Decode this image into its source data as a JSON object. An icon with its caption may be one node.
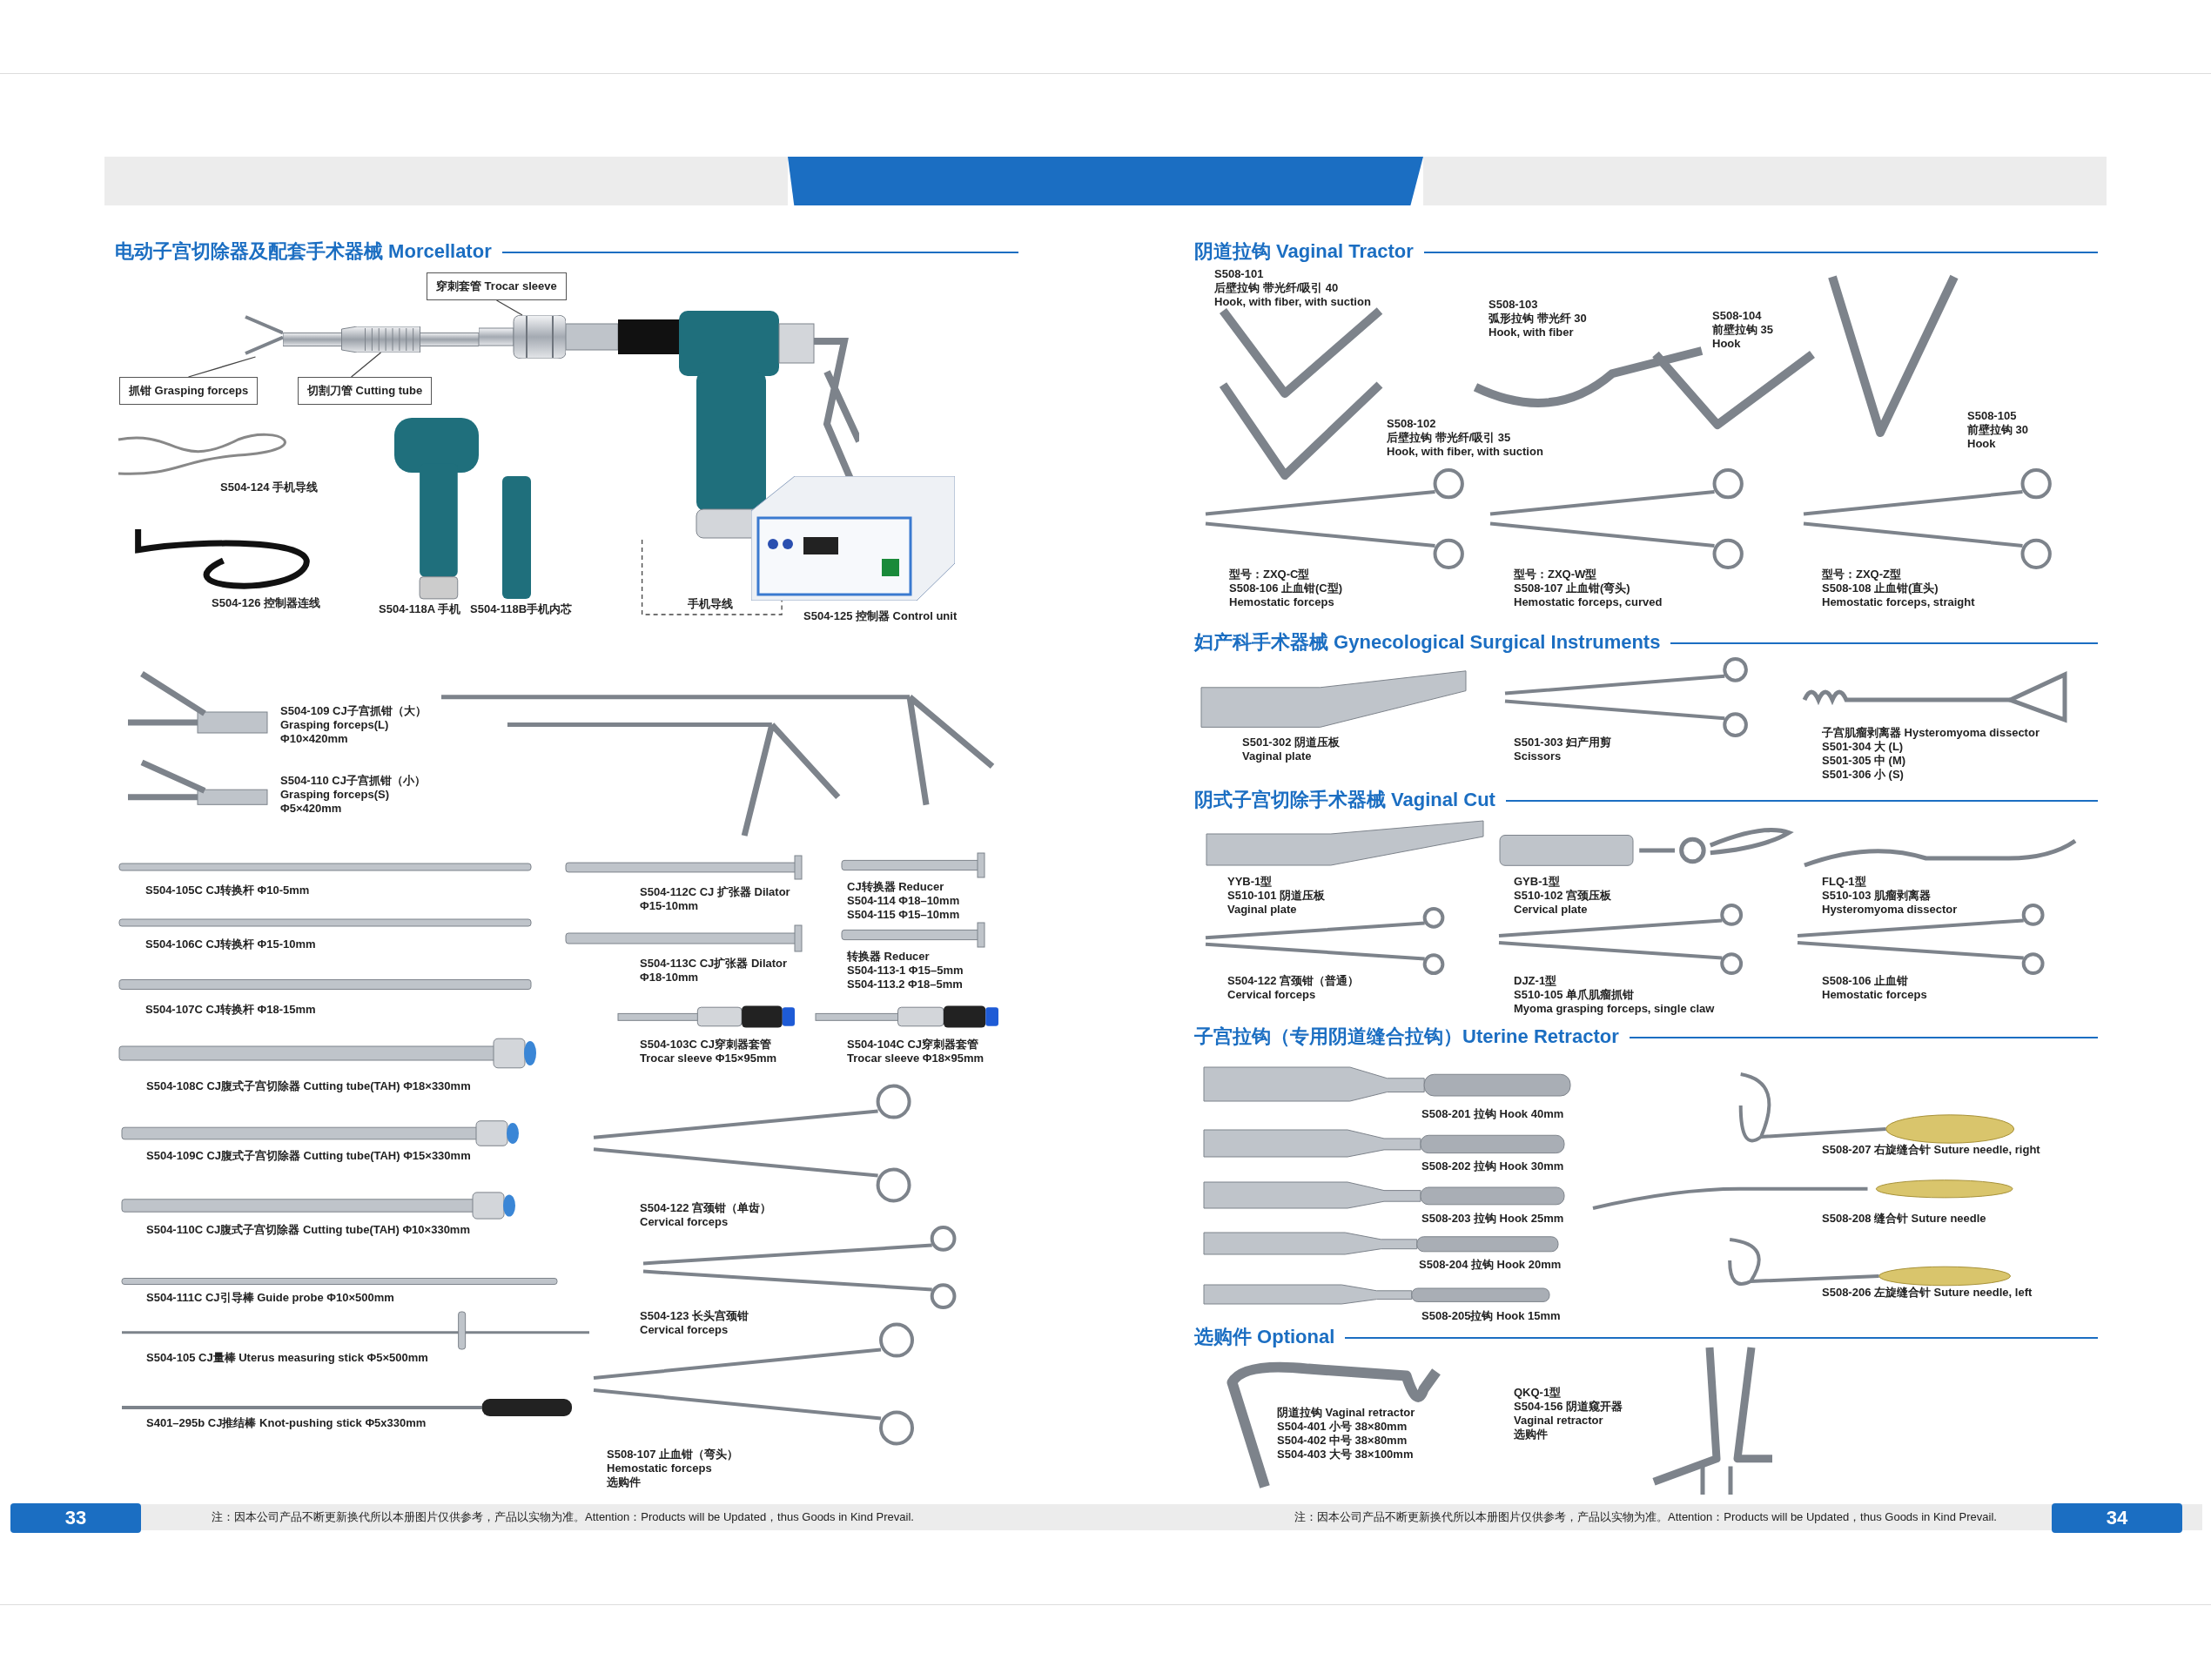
{
  "diagram": {
    "nodes": [
      {
        "text": [
          "穿刺套管 Trocar sleeve"
        ]
      },
      {
        "text": [
          "抓钳 Grasping forceps"
        ]
      },
      {
        "text": [
          "切割刀管 Cutting tube"
        ]
      },
      {
        "text": [],
        "shape": "picture"
      },
      {
        "text": [],
        "shape": "picture",
        "beside": [
          "S504-125 控制器 Control unit"
        ]
      },
      {
        "text": [],
        "shape": "picture"
      },
      {
        "text": [],
        "shape": "picture"
      },
      {
        "text": [],
        "shape": "picture"
      }
    ],
    "edges": [
      {
        "from": 0,
        "to": 7,
        "arrow": "none"
      },
      {
        "from": 1,
        "to": 5,
        "arrow": "none"
      },
      {
        "from": 2,
        "to": 6,
        "arrow": "none"
      },
      {
        "from": 3,
        "to": 4,
        "arrow": "none",
        "style": "dashed",
        "label": "手机导线"
      }
    ],
    "labels": [
      "电动子宫切除器及配套手术器械 Morcellator",
      "S504-124 手机导线",
      "S504-126 控制器连线",
      "S504-118A 手机",
      "S504-118B手机内芯",
      "S504-109  CJ子宫抓钳（大）",
      "Grasping forceps(L)",
      "Φ10×420mm",
      "S504-110  CJ子宫抓钳（小）",
      "Grasping forceps(S)",
      "Φ5×420mm",
      "S504-105C CJ转换杆 Φ10-5mm",
      "S504-112C CJ 扩张器 Dilator",
      "Φ15-10mm",
      "CJ转换器 Reducer",
      "S504-114 Φ18–10mm",
      "S504-115 Φ15–10mm",
      "S504-106C CJ转换杆 Φ15-10mm",
      "S504-113C  CJ扩张器 Dilator",
      "Φ18-10mm",
      "转换器 Reducer",
      "S504-113-1 Φ15–5mm",
      "S504-113.2 Φ18–5mm",
      "S504-107C  CJ转换杆 Φ18-15mm",
      "S504-103C  CJ穿刺器套管",
      "Trocar sleeve Φ15×95mm",
      "S504-104C  CJ穿刺器套管",
      "Trocar sleeve Φ18×95mm",
      "S504-108C  CJ腹式子宫切除器 Cutting tube(TAH) Φ18×330mm",
      "S504-109C  CJ腹式子宫切除器 Cutting tube(TAH) Φ15×330mm",
      "S504-122 宫颈钳（单齿）",
      "Cervical forceps",
      "S504-110C  CJ腹式子宫切除器 Cutting tube(TAH) Φ10×330mm",
      "S504-111C  CJ引导棒 Guide probe Φ10×500mm",
      "S504-123 长头宫颈钳",
      "Cervical forceps",
      "S504-105  CJ量棒 Uterus measuring stick Φ5×500mm",
      "S401–295b CJ推结棒 Knot-pushing stick Φ5x330mm",
      "S508-107 止血钳（弯头）",
      "Hemostatic forceps",
      "选购件",
      "注：因本公司产品不断更新换代所以本册图片仅供参考，产品以实物为准。Attention：Products will be Updated，thus Goods in Kind Prevail.",
      "33",
      "阴道拉钩 Vaginal Tractor",
      "S508-101",
      "后壁拉钩 带光纤/吸引 40",
      "Hook, with fiber, with suction",
      "S508-103",
      "弧形拉钩 带光纤 30",
      "Hook, with fiber",
      "S508-104",
      "前壁拉钩 35",
      "Hook",
      "S508-102",
      "后壁拉钩 带光纤/吸引 35",
      "Hook, with fiber, with suction",
      "S508-105",
      "前壁拉钩 30",
      "Hook",
      "型号：ZXQ-C型",
      "S508-106 止血钳(C型)",
      "Hemostatic forceps",
      "型号：ZXQ-W型",
      "S508-107 止血钳(弯头)",
      "Hemostatic forceps, curved",
      "型号：ZXQ-Z型",
      "S508-108 止血钳(直头)",
      "Hemostatic forceps, straight",
      "妇产科手术器械 Gynecological Surgical Instruments",
      "S501-302 阴道压板",
      "Vaginal plate",
      "S501-303 妇产用剪",
      "Scissors",
      "子宫肌瘤剥离器 Hysteromyoma dissector",
      "S501-304 大 (L)",
      "S501-305 中 (M)",
      "S501-306 小 (S)",
      "阴式子宫切除手术器械 Vaginal Cut",
      "YYB-1型",
      "S510-101 阴道压板",
      "Vaginal plate",
      "GYB-1型",
      "S510-102 宫颈压板",
      "Cervical plate",
      "FLQ-1型",
      "S510-103 肌瘤剥离器",
      "Hysteromyoma dissector",
      "S504-122 宫颈钳（普通）",
      "Cervical forceps",
      "DJZ-1型",
      "S510-105 单爪肌瘤抓钳",
      "Myoma grasping forceps, single claw",
      "S508-106 止血钳",
      "Hemostatic forceps",
      "子宫拉钩（专用阴道缝合拉钩）Uterine Retractor",
      "S508-201 拉钩 Hook 40mm",
      "S508-207 右旋缝合针 Suture needle, right",
      "S508-202 拉钩 Hook 30mm",
      "S508-208 缝合针 Suture needle",
      "S508-203 拉钩 Hook 25mm",
      "S508-204 拉钩 Hook 20mm",
      "S508-206 左旋缝合针 Suture needle, left",
      "S508-205拉钩 Hook 15mm",
      "选购件 Optional",
      "阴道拉钩 Vaginal retractor",
      "S504-401 小号 38×80mm",
      "S504-402 中号 38×80mm",
      "S504-403 大号 38×100mm",
      "QKQ-1型",
      "S504-156 阴道窥开器",
      "Vaginal retractor",
      "选购件",
      "注：因本公司产品不断更新换代所以本册图片仅供参考，产品以实物为准。Attention：Products will be Updated，thus Goods in Kind Prevail.",
      "34"
    ]
  }
}
